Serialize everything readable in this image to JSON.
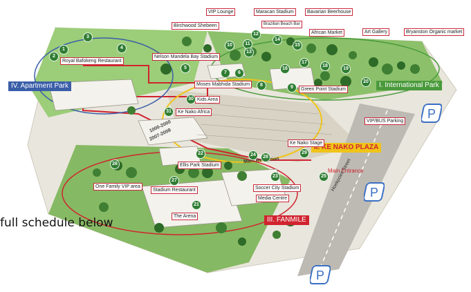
{
  "caption": "full schedule below",
  "zones": {
    "apartment_park": "IV. Apartment Park",
    "international_park": "I. International Park",
    "ke_nako_plaza": "II. KE NAKO PLAZA",
    "fanmile": "III. FANMILE"
  },
  "labels": {
    "vip_lounge": "VIP Lounge",
    "maracan_stadium": "Maracan Stadium",
    "bavarian_beerhouse": "Bavarian Beerhouse",
    "brazilian_beach_bar": "Brazilian Beach Bar",
    "birchwood_shebeen": "Birchwood Shebeen",
    "african_market": "African Market",
    "art_gallery": "Art Gallery",
    "bryanston_organic_market": "Bryanston Organic market",
    "nelson_mandela_bay_stadium": "Nelson Mandela Bay Stadium",
    "royal_bafokeng_restaurant": "Royal Bafokeng Restaurant",
    "moses_mabhida_stadium": "Moses Mabhida Stadium",
    "green_point_stadium": "Green Point Stadium",
    "kids_area": "Kids Area",
    "ke_nako_africa": "Ke Nako Africa",
    "vip_bus_parking": "VIP/BUS Parking",
    "ke_nako_stage": "Ke Nako Stage",
    "ellis_park_stadium": "Ellis Park Stadium",
    "one_family_vip_area": "One Family VIP area",
    "stadium_restaurant": "Stadium Restaurant",
    "soccer_city_stadium": "Soccer City Stadium",
    "media_centre": "Media Centre",
    "the_arena": "The Arena"
  },
  "road": {
    "main_reception": "Main Reception",
    "main_entrance": "Main Entrance",
    "street": "Hoekpoint Street"
  },
  "years": [
    "1000-2000",
    "2007-2008"
  ],
  "markers": [
    "1",
    "2",
    "3",
    "4",
    "5",
    "6",
    "7",
    "8",
    "9",
    "10",
    "11",
    "12",
    "13",
    "14",
    "15",
    "16",
    "17",
    "18",
    "19",
    "20",
    "21",
    "22",
    "23",
    "24",
    "25",
    "26",
    "27",
    "28",
    "29",
    "30",
    "31"
  ],
  "parking_symbol": "P",
  "colors": {
    "zone_blue": "#3a5ea8",
    "zone_green": "#4a9a3c",
    "zone_yellow": "#f0c419",
    "zone_red": "#d0242f",
    "marker_green": "#2f7d32",
    "label_border": "#c8283c",
    "parking_blue": "#3a6fc4"
  },
  "icons": [
    "parking-sign-icon",
    "tree-icon"
  ]
}
